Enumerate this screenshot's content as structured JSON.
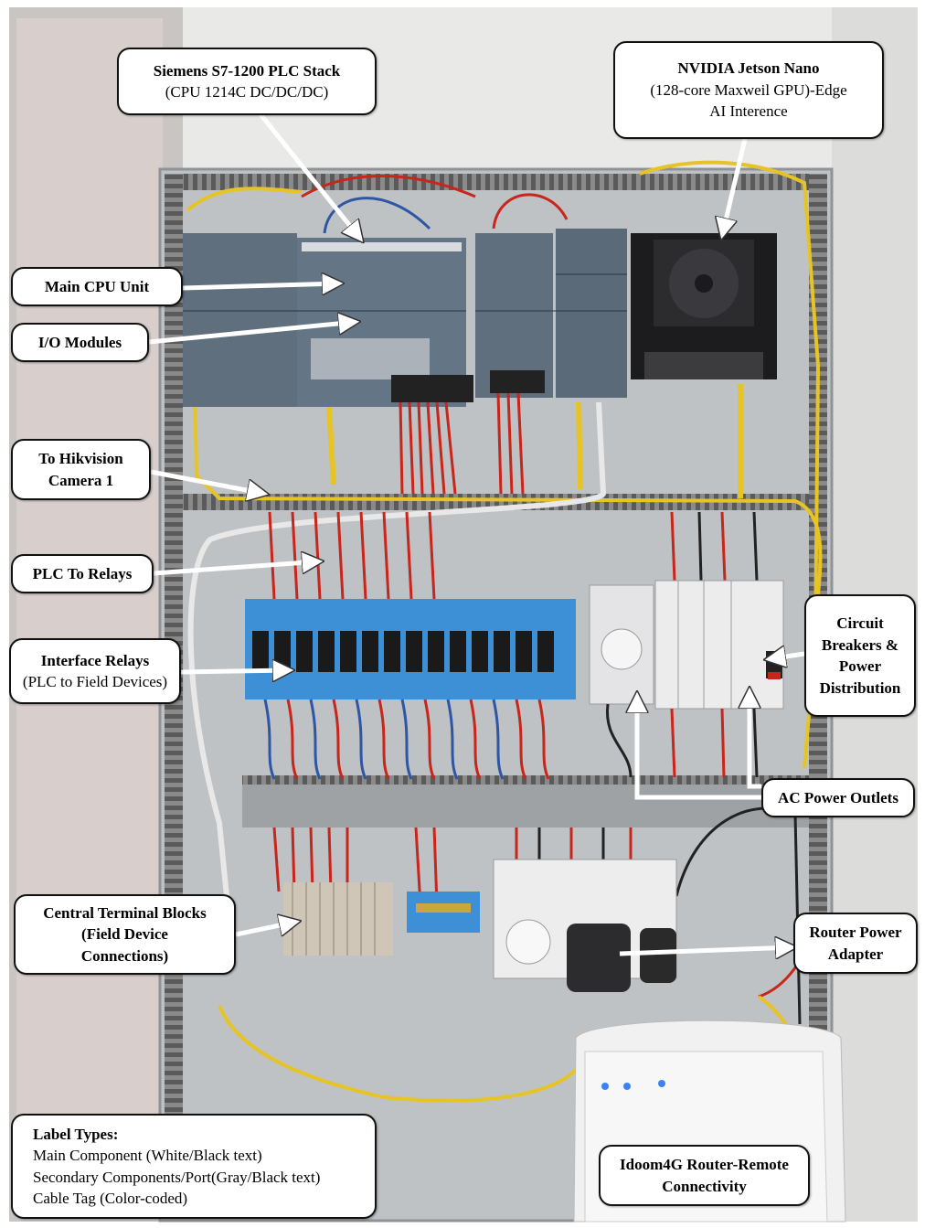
{
  "photo": {
    "description_colors": {
      "cabinet_interior": "#d9d8d3",
      "back_plate": "#c6c8c9",
      "wire_red": "#c8251c",
      "wire_blue": "#2d56a3",
      "wire_yellow": "#e7c425",
      "relay_blue": "#3d8fd6",
      "plc_gray": "#5f6f7e"
    }
  },
  "labels": {
    "plc_stack": {
      "title": "Siemens S7-1200 PLC Stack",
      "subtitle": "(CPU 1214C DC/DC/DC)"
    },
    "jetson": {
      "title": "NVIDIA Jetson Nano",
      "line2": "(128-core Maxweil GPU)-Edge",
      "line3": "AI Interence"
    },
    "main_cpu": {
      "title": "Main CPU Unit"
    },
    "io_modules": {
      "title": "I/O Modules"
    },
    "hikvision": {
      "line1": "To Hikvision",
      "line2": "Camera 1"
    },
    "plc_relays": {
      "title": "PLC To Relays"
    },
    "interface_relays": {
      "title": "Interface Relays",
      "subtitle": "(PLC to Field Devices)"
    },
    "breakers": {
      "line1": "Circuit",
      "line2": "Breakers &",
      "line3": "Power",
      "line4": "Distribution"
    },
    "ac_outlets": {
      "title": "AC Power Outlets"
    },
    "terminal_blocks": {
      "line1": "Central Terminal Blocks",
      "line2": "(Field Device",
      "line3": "Connections)"
    },
    "router_power": {
      "line1": "Router Power",
      "line2": "Adapter"
    },
    "router": {
      "line1": "Idoom4G Router-Remote",
      "line2": "Connectivity"
    }
  },
  "legend": {
    "title": "Label Types:",
    "items": [
      "Main Component (White/Black text)",
      "Secondary Components/Port(Gray/Black text)",
      "Cable Tag (Color-coded)"
    ]
  }
}
